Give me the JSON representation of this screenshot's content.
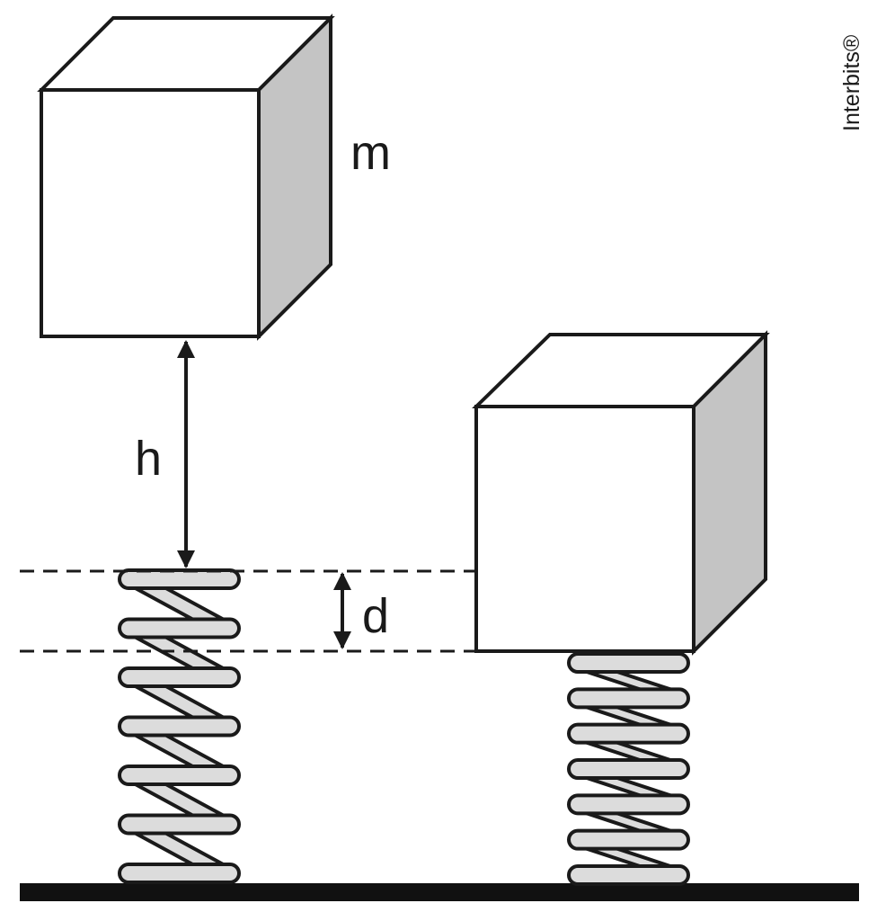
{
  "labels": {
    "mass": "m",
    "height": "h",
    "compression": "d",
    "watermark": "Interbits®"
  },
  "colors": {
    "stroke": "#1a1a1a",
    "block_front": "#ffffff",
    "block_side": "#c4c4c4",
    "spring_coil": "#dcdcdc",
    "ground": "#111111"
  },
  "springs": {
    "relaxed_coils": 7,
    "compressed_coils": 7
  }
}
